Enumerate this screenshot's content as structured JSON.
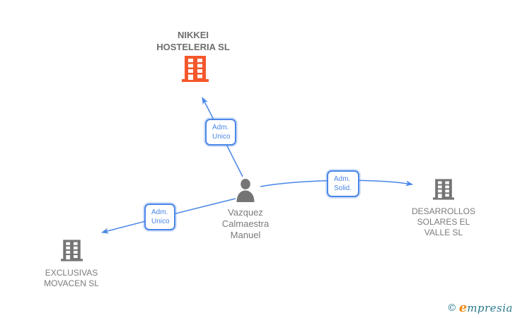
{
  "diagram_type": "corporate-relationship-graph",
  "nodes": {
    "nikkei": {
      "type": "company",
      "highlighted": true,
      "name_lines": [
        "NIKKEI",
        "HOSTELERIA SL"
      ]
    },
    "person": {
      "type": "person",
      "name_lines": [
        "Vazquez",
        "Calmaestra",
        "Manuel"
      ]
    },
    "desarrollos": {
      "type": "company",
      "name_lines": [
        "DESARROLLOS",
        "SOLARES EL",
        "VALLE SL"
      ]
    },
    "exclusivas": {
      "type": "company",
      "name_lines": [
        "EXCLUSIVAS",
        "MOVACEN SL"
      ]
    }
  },
  "edges": [
    {
      "from": "person",
      "to": "nikkei",
      "label_lines": [
        "Adm.",
        "Unico"
      ]
    },
    {
      "from": "person",
      "to": "desarrollos",
      "label_lines": [
        "Adm.",
        "Solid."
      ]
    },
    {
      "from": "person",
      "to": "exclusivas",
      "label_lines": [
        "Adm.",
        "Unico"
      ]
    }
  ],
  "branding": {
    "copyright_symbol": "©",
    "logo_first_letter": "e",
    "logo_rest": "mpresia"
  },
  "colors": {
    "edge_blue": "#4A86E8",
    "node_gray": "#757575",
    "text_gray": "#7B7B7B",
    "company_highlight_orange": "#F5572C",
    "logo_teal": "#2A7A8C",
    "logo_orange": "#EE8B18",
    "background": "#FFFFFF"
  }
}
